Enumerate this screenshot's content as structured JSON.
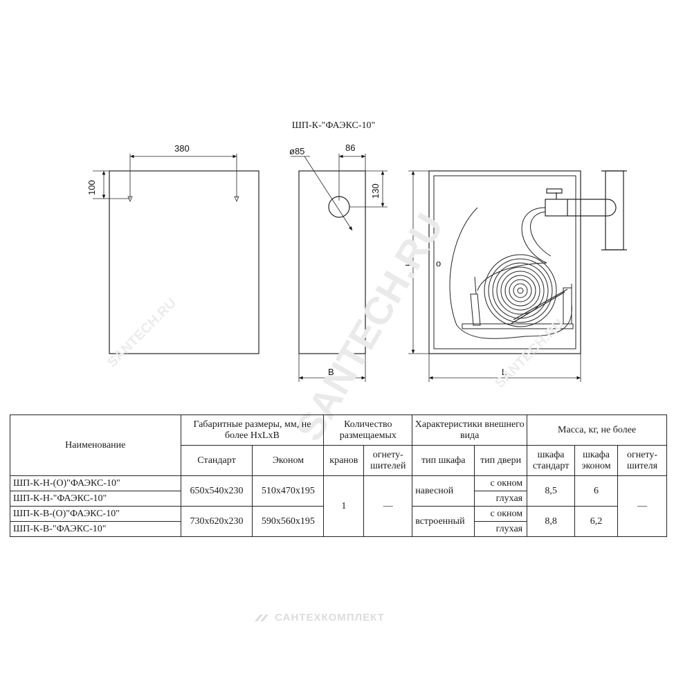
{
  "drawing": {
    "title": "ШП-К-\"ФАЭКС-10\"",
    "dims": {
      "width_top": "380",
      "offset_left": "100",
      "hole_diameter": "ø85",
      "hole_offset_x": "86",
      "hole_offset_y": "130",
      "depth": "B",
      "height": "H",
      "length": "L",
      "marker": "о"
    }
  },
  "table": {
    "header": {
      "name": "Наименование",
      "dimensions": "Габаритные размеры, мм, не более HxLxB",
      "dim_standard": "Стандарт",
      "dim_econom": "Эконом",
      "quantity": "Количество размещаемых",
      "qty_valves": "кранов",
      "qty_extinguishers": "огнету-шителей",
      "appearance": "Характеристики внешнего вида",
      "cabinet_type": "тип шкафа",
      "door_type": "тип двери",
      "mass": "Масса, кг, не более",
      "mass_standard": "шкафа стандарт",
      "mass_econom": "шкафа эконом",
      "mass_extinguisher": "огнету-шителя"
    },
    "rows": [
      {
        "name": "ШП-К-Н-(О)\"ФАЭКС-10\"",
        "door": "с окном"
      },
      {
        "name": "ШП-К-Н-\"ФАЭКС-10\"",
        "door": "глухая"
      },
      {
        "name": "ШП-К-В-(О)\"ФАЭКС-10\"",
        "door": "с окном"
      },
      {
        "name": "ШП-К-В-\"ФАЭКС-10\"",
        "door": "глухая"
      }
    ],
    "groups": [
      {
        "standard": "650x540x230",
        "econom": "510x470x195",
        "cabinet_type": "навесной",
        "mass_standard": "8,5",
        "mass_econom": "6"
      },
      {
        "standard": "730x620x230",
        "econom": "590x560x195",
        "cabinet_type": "встроенный",
        "mass_standard": "8,8",
        "mass_econom": "6,2"
      }
    ],
    "valves_count": "1",
    "extinguishers_count": "—",
    "extinguisher_mass": "—"
  },
  "watermark": {
    "brand": "САНТЕХКОМПЛЕКТ",
    "site": "SANTECH.RU"
  }
}
